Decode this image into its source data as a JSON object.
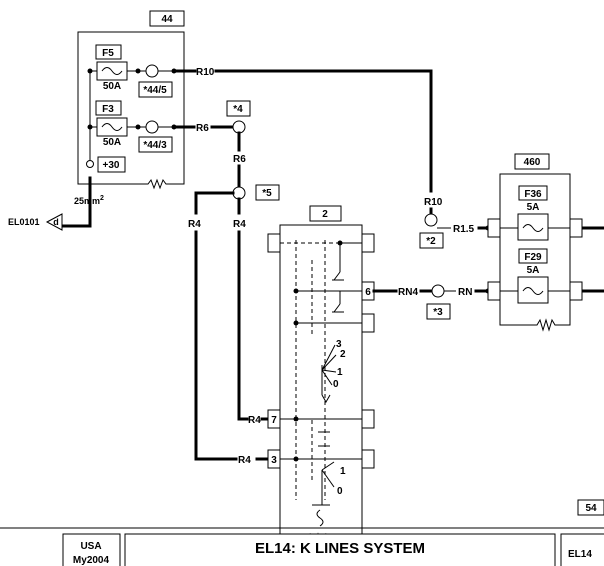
{
  "title_block": {
    "market": "USA",
    "model_year": "My2004",
    "title": "EL14: K LINES SYSTEM",
    "page_ref": "EL14",
    "page_number": "54"
  },
  "components": {
    "module_44": {
      "ref": "44",
      "terminal": "+30",
      "wire_gauge": "25mm",
      "wire_gauge_sup": "2"
    },
    "module_2": {
      "ref": "2"
    },
    "module_460": {
      "ref": "460"
    }
  },
  "fuses": [
    {
      "id": "F5",
      "rating": "50A",
      "ref": "*44/5"
    },
    {
      "id": "F3",
      "rating": "50A",
      "ref": "*44/3"
    },
    {
      "id": "F36",
      "rating": "5A"
    },
    {
      "id": "F29",
      "rating": "5A"
    }
  ],
  "ground": {
    "ref": "EL0101",
    "letter": "d"
  },
  "splices": [
    "*4",
    "*5",
    "*2",
    "*3"
  ],
  "wires": {
    "r10": "R10",
    "r6": "R6",
    "r4": "R4",
    "rn4": "RN4",
    "rn": "RN",
    "r15": "R1.5"
  },
  "pins": {
    "p6": "6",
    "p7": "7",
    "p3": "3"
  },
  "switch_positions": {
    "upper": [
      "3",
      "2",
      "1",
      "0"
    ],
    "lower": [
      "1",
      "0"
    ]
  }
}
